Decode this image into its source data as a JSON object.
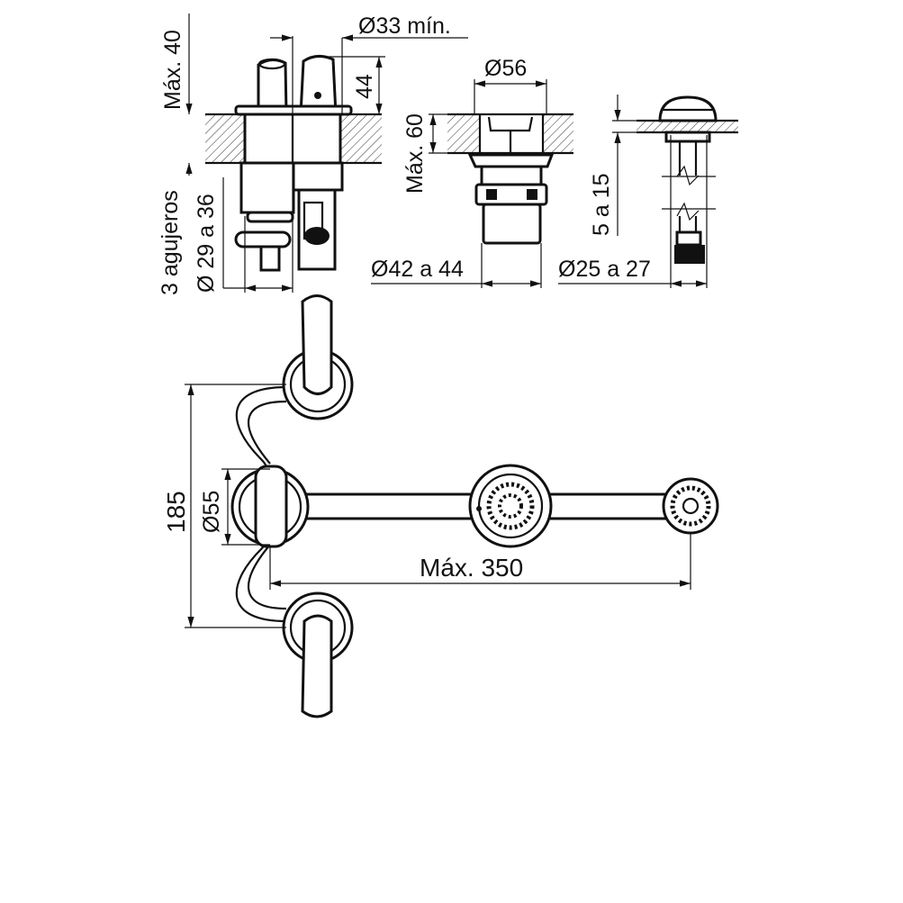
{
  "labels": {
    "max40": "Máx. 40",
    "d33": "Ø33 mín.",
    "h44": "44",
    "holes": "3 agujeros",
    "d29_36": "Ø 29 a 36",
    "d56": "Ø56",
    "max60": "Máx. 60",
    "d42_44": "Ø42 a 44",
    "r5_15": "5 a 15",
    "d25_27": "Ø25 a 27",
    "h185": "185",
    "d55": "Ø55",
    "max350": "Máx. 350"
  },
  "colors": {
    "ink": "#111111",
    "paper": "#ffffff"
  }
}
